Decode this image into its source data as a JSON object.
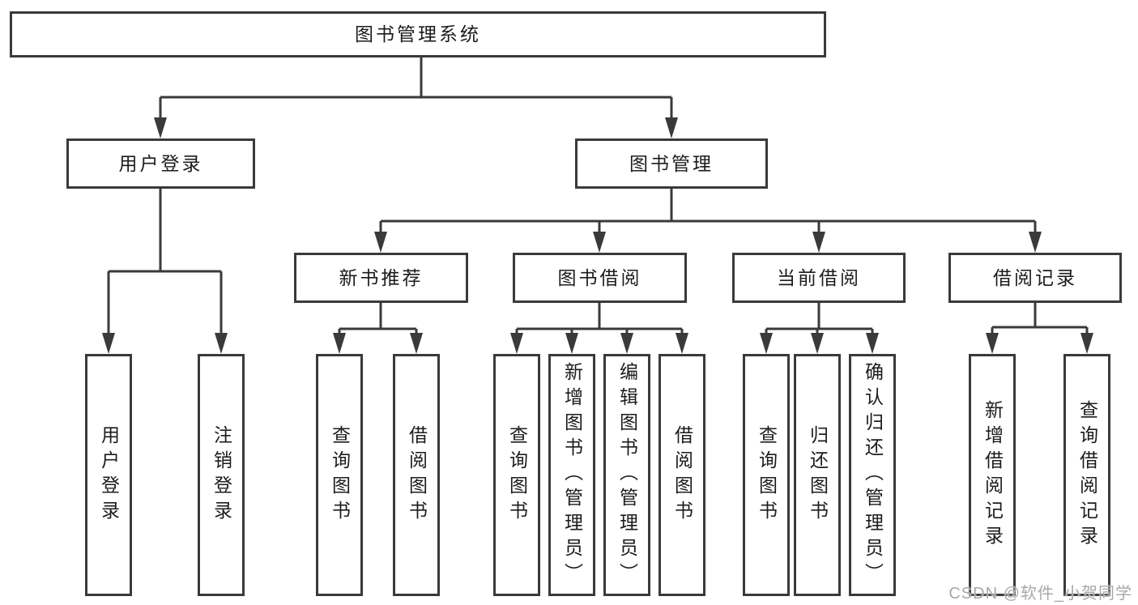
{
  "tree": {
    "label": "图书管理系统",
    "children": [
      {
        "label": "用户登录",
        "children": [
          {
            "label": "用户登录"
          },
          {
            "label": "注销登录"
          }
        ]
      },
      {
        "label": "图书管理",
        "children": [
          {
            "label": "新书推荐",
            "children": [
              {
                "label": "查询图书"
              },
              {
                "label": "借阅图书"
              }
            ]
          },
          {
            "label": "图书借阅",
            "children": [
              {
                "label": "查询图书"
              },
              {
                "label": "新增图书（管理员）"
              },
              {
                "label": "编辑图书（管理员）"
              },
              {
                "label": "借阅图书"
              }
            ]
          },
          {
            "label": "当前借阅",
            "children": [
              {
                "label": "查询图书"
              },
              {
                "label": "归还图书"
              },
              {
                "label": "确认归还（管理员）"
              }
            ]
          },
          {
            "label": "借阅记录",
            "children": [
              {
                "label": "新增借阅记录"
              },
              {
                "label": "查询借阅记录"
              }
            ]
          }
        ]
      }
    ]
  },
  "watermark": {
    "text": "CSDN @软件_小贺同学"
  },
  "colors": {
    "border": "#3a3a3a",
    "ink": "#1c1c1c",
    "watermark": "#a8a8a8",
    "bg": "#ffffff"
  }
}
